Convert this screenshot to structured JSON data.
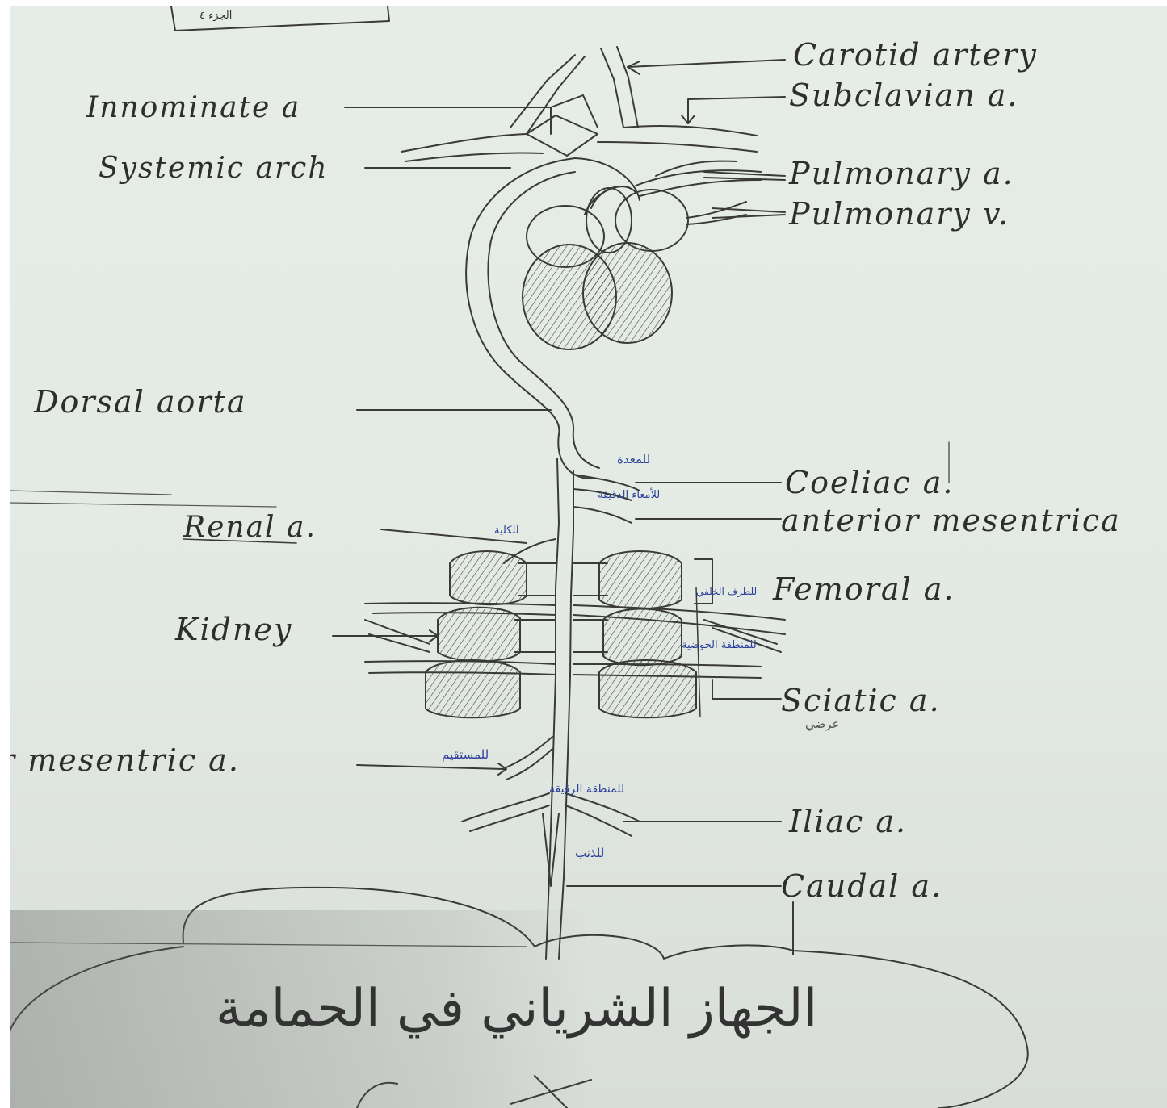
{
  "labels": {
    "carotid": "Carotid artery",
    "subclavian": "Subclavian a.",
    "innominate": "Innominate a",
    "systemic_arch": "Systemic arch",
    "pulmonary_a": "Pulmonary a.",
    "pulmonary_v": "Pulmonary v.",
    "dorsal_aorta": "Dorsal aorta",
    "coeliac": "Coeliac a.",
    "anterior_mesentric": "anterior mesentrica",
    "renal": "Renal a.",
    "femoral": "Femoral a.",
    "kidney": "Kidney",
    "sciatic": "Sciatic a.",
    "posterior_mesentric": "r mesentric a.",
    "iliac": "Iliac a.",
    "caudal": "Caudal a."
  },
  "arabic_notes": {
    "stomach": "للمعدة",
    "intestine": "للأمعاء الدقيقة",
    "kidney": "للكلية",
    "hindlimb": "للطرف الخلفي",
    "pelvic": "للمنطقة الحوضية",
    "rectum": "للمستقيم",
    "cloaca": "للمنطقة الرقيقة",
    "tail": "للذنب",
    "sciatic_note": "عرضي"
  },
  "title_arabic": "الجهاز الشرياني في الحمامة",
  "stamp_text": "الجزء ٤",
  "colors": {
    "pencil": "#3a3a3a",
    "ink_blue": "#2b3f9a",
    "paper": "#e4eae4"
  }
}
